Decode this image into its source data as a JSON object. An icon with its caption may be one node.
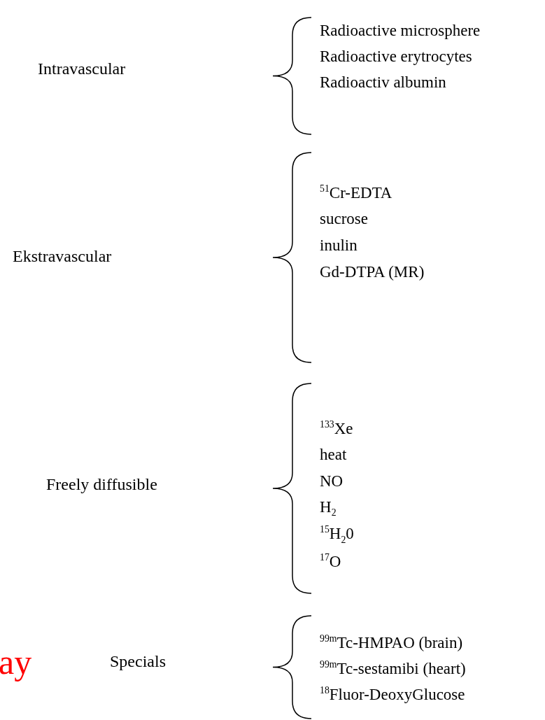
{
  "diagram": {
    "labels": [
      "Intravascular",
      "Radioactive microsphere",
      "Radioactive erytrocytes",
      "Radioactiv albumin",
      "Ekstravascular",
      "$^{51}$Cr-EDTA",
      "sucrose",
      "inulin",
      "Gd-DTPA (MR)",
      "Freely diffusible",
      "$^{133}$Xe",
      "heat",
      "NO",
      "H$_{2}$",
      "$^{15}$H$_{2}$0",
      "$^{17}$O",
      "ay",
      "Specials",
      "$^{99m}$Tc-HMPAO (brain)",
      "$^{99m}$Tc-sestamibi (heart)",
      "$^{18}$Fluor-DeoxyGlucose"
    ]
  }
}
